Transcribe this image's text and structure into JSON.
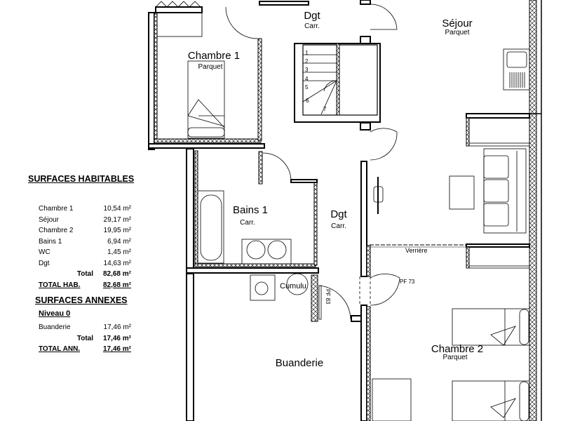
{
  "rooms": {
    "dgt_top": {
      "name": "Dgt",
      "floor": "Carr."
    },
    "sejour": {
      "name": "Séjour",
      "floor": "Parquet"
    },
    "chambre1": {
      "name": "Chambre 1",
      "floor": "Parquet"
    },
    "bains1": {
      "name": "Bains 1",
      "floor": "Carr."
    },
    "dgt_mid": {
      "name": "Dgt",
      "floor": "Carr."
    },
    "chambre2": {
      "name": "Chambre 2",
      "floor": "Parquet"
    },
    "buanderie": {
      "name": "Buanderie"
    }
  },
  "labels": {
    "verriere": "Verrière",
    "cumulus": "Cumulu",
    "pf73": "PF 73",
    "pf83": "PF 83",
    "stairs": [
      "1",
      "2",
      "3",
      "4",
      "5",
      "6",
      "7"
    ]
  },
  "surfaces_habitables": {
    "title": "SURFACES HABITABLES",
    "rows": [
      {
        "room": "Chambre 1",
        "area": "10,54 m²"
      },
      {
        "room": "Séjour",
        "area": "29,17 m²"
      },
      {
        "room": "Chambre 2",
        "area": "19,95 m²"
      },
      {
        "room": "Bains 1",
        "area": "6,94 m²"
      },
      {
        "room": "WC",
        "area": "1,45 m²"
      },
      {
        "room": "Dgt",
        "area": "14,63 m²"
      }
    ],
    "total_label": "Total",
    "total_value": "82,68 m²",
    "grand_total_label": "TOTAL HAB.",
    "grand_total_value": "82,68 m²"
  },
  "surfaces_annexes": {
    "title": "SURFACES ANNEXES",
    "level": "Niveau 0",
    "rows": [
      {
        "room": "Buanderie",
        "area": "17,46 m²"
      }
    ],
    "total_label": "Total",
    "total_value": "17,46 m²",
    "grand_total_label": "TOTAL ANN.",
    "grand_total_value": "17,46 m²"
  }
}
